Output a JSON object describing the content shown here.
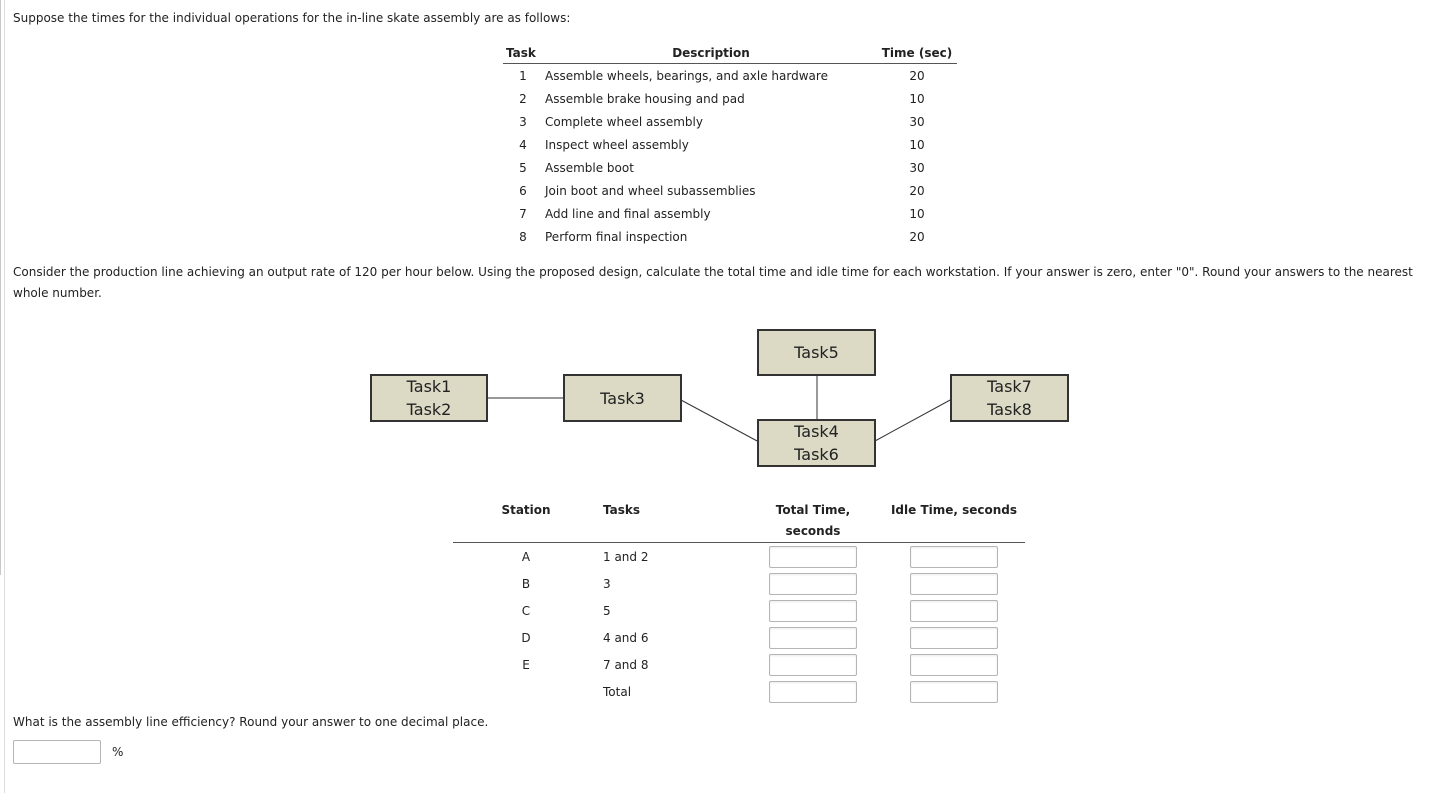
{
  "intro": "Suppose the times for the individual operations for the in-line skate assembly are as follows:",
  "task_table": {
    "headers": {
      "task": "Task",
      "description": "Description",
      "time": "Time (sec)"
    },
    "rows": [
      {
        "task": "1",
        "description": "Assemble wheels, bearings, and axle hardware",
        "time": "20"
      },
      {
        "task": "2",
        "description": "Assemble brake housing and pad",
        "time": "10"
      },
      {
        "task": "3",
        "description": "Complete wheel assembly",
        "time": "30"
      },
      {
        "task": "4",
        "description": "Inspect wheel assembly",
        "time": "10"
      },
      {
        "task": "5",
        "description": "Assemble boot",
        "time": "30"
      },
      {
        "task": "6",
        "description": "Join boot and wheel subassemblies",
        "time": "20"
      },
      {
        "task": "7",
        "description": "Add line and final assembly",
        "time": "10"
      },
      {
        "task": "8",
        "description": "Perform final inspection",
        "time": "20"
      }
    ]
  },
  "consider": "Consider the production line achieving an output rate of 120 per hour below. Using the proposed design, calculate the total time and idle time for each workstation. If your answer is zero, enter \"0\". Round your answers to the nearest whole number.",
  "diagram": {
    "box_a": {
      "line1": "Task1",
      "line2": "Task2"
    },
    "box_b": {
      "line1": "Task3"
    },
    "box_c": {
      "line1": "Task5"
    },
    "box_d": {
      "line1": "Task4",
      "line2": "Task6"
    },
    "box_e": {
      "line1": "Task7",
      "line2": "Task8"
    }
  },
  "station_table": {
    "headers": {
      "station": "Station",
      "tasks": "Tasks",
      "total_line1": "Total Time,",
      "total_line2": "seconds",
      "idle": "Idle Time, seconds"
    },
    "rows": [
      {
        "station": "A",
        "tasks": "1 and 2",
        "total": "",
        "idle": ""
      },
      {
        "station": "B",
        "tasks": "3",
        "total": "",
        "idle": ""
      },
      {
        "station": "C",
        "tasks": "5",
        "total": "",
        "idle": ""
      },
      {
        "station": "D",
        "tasks": "4 and 6",
        "total": "",
        "idle": ""
      },
      {
        "station": "E",
        "tasks": "7 and 8",
        "total": "",
        "idle": ""
      },
      {
        "station": "",
        "tasks": "Total",
        "total": "",
        "idle": ""
      }
    ]
  },
  "efficiency": {
    "question": "What is the assembly line efficiency? Round your answer to one decimal place.",
    "value": "",
    "unit": "%"
  }
}
